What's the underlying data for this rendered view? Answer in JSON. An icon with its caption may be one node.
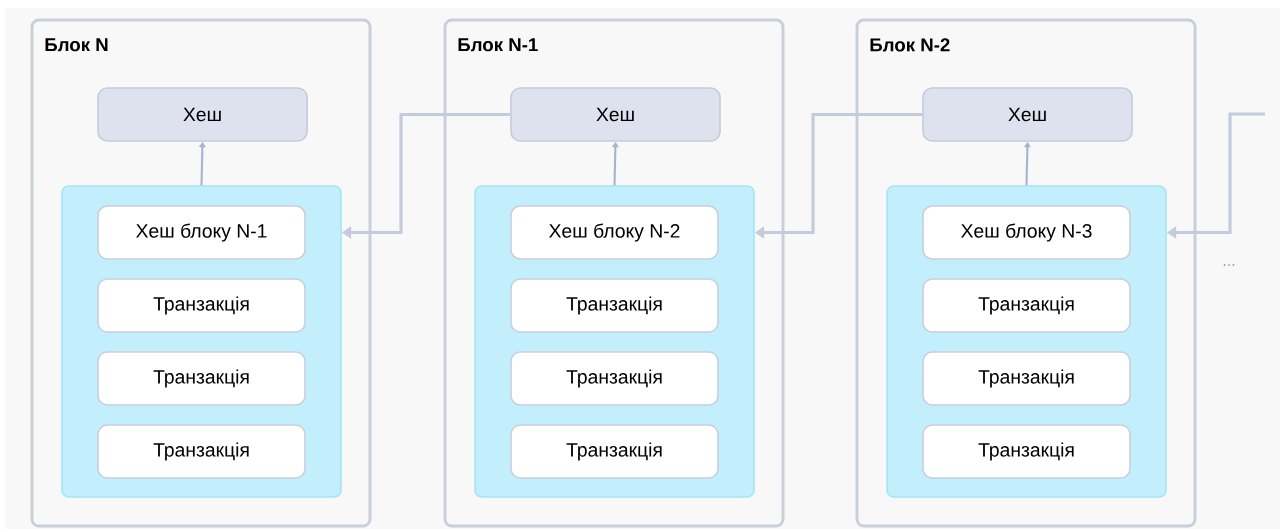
{
  "diagram": {
    "nodes": [
      {
        "text": [
          "Блок N"
        ]
      },
      {
        "text": [
          "Хеш"
        ],
        "in": 0
      },
      {
        "text": [],
        "shape": "box",
        "in": 0
      },
      {
        "text": [
          "Хеш блоку N-1"
        ],
        "in": 2
      },
      {
        "text": [
          "Транзакція"
        ],
        "in": 2
      },
      {
        "text": [
          "Транзакція"
        ],
        "in": 2
      },
      {
        "text": [
          "Транзакція"
        ],
        "in": 2
      },
      {
        "text": [
          "Блок N-1"
        ]
      },
      {
        "text": [
          "Хеш"
        ],
        "in": 7
      },
      {
        "text": [],
        "shape": "box",
        "in": 7
      },
      {
        "text": [
          "Хеш блоку N-2"
        ],
        "in": 9
      },
      {
        "text": [
          "Транзакція"
        ],
        "in": 9
      },
      {
        "text": [
          "Транзакція"
        ],
        "in": 9
      },
      {
        "text": [
          "Транзакція"
        ],
        "in": 9
      },
      {
        "text": [
          "Блок N-2"
        ]
      },
      {
        "text": [
          "Хеш"
        ],
        "in": 14
      },
      {
        "text": [],
        "shape": "box",
        "in": 14
      },
      {
        "text": [
          "Хеш блоку N-3"
        ],
        "in": 16
      },
      {
        "text": [
          "Транзакція"
        ],
        "in": 16
      },
      {
        "text": [
          "Транзакція"
        ],
        "in": 16
      },
      {
        "text": [
          "Транзакція"
        ],
        "in": 16
      }
    ],
    "edges": [
      {
        "from": 2,
        "to": 1,
        "arrow": "to"
      },
      {
        "from": 9,
        "to": 8,
        "arrow": "to"
      },
      {
        "from": 16,
        "to": 15,
        "arrow": "to"
      },
      {
        "from": 8,
        "to": 2,
        "arrow": "to"
      },
      {
        "from": 15,
        "to": 9,
        "arrow": "to"
      },
      {
        "from": null,
        "to": 16,
        "arrow": "to"
      }
    ],
    "labels": [
      "..."
    ]
  }
}
